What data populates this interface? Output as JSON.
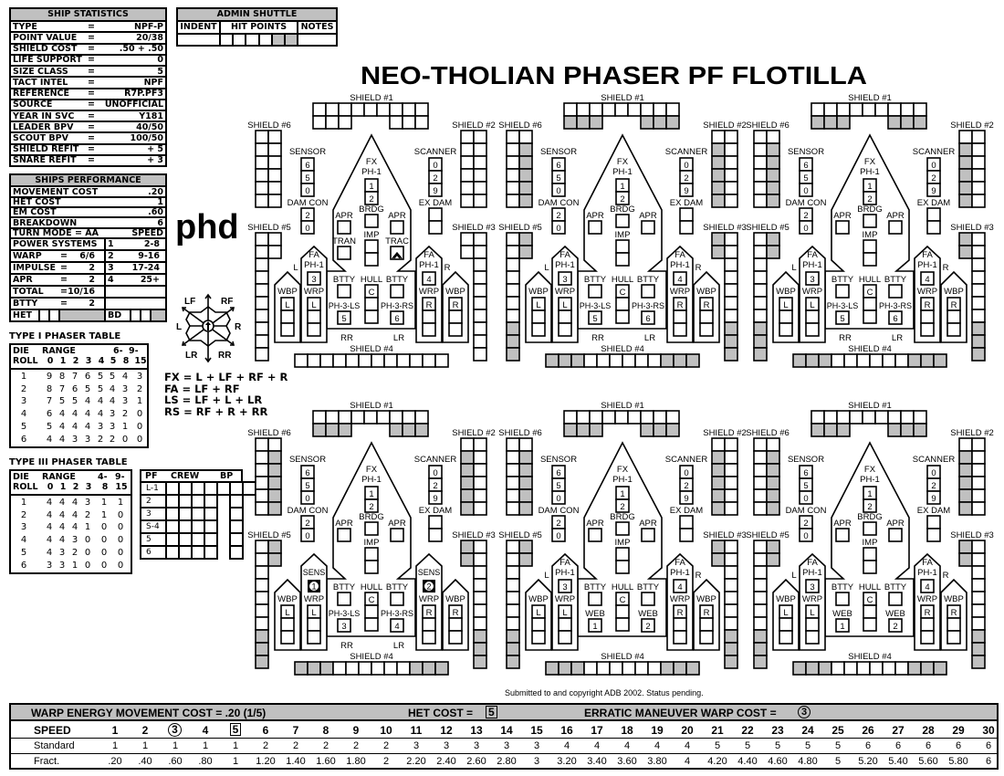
{
  "title": "NEO-THOLIAN PHASER PF FLOTILLA",
  "ship_statistics": {
    "header": "SHIP STATISTICS",
    "rows": [
      [
        "TYPE",
        "=",
        "NPF-P"
      ],
      [
        "POINT VALUE",
        "=",
        "20/38"
      ],
      [
        "SHIELD COST",
        "=",
        ".50 + .50"
      ],
      [
        "LIFE SUPPORT",
        "=",
        "0"
      ],
      [
        "SIZE CLASS",
        "=",
        "5"
      ],
      [
        "TACT INTEL",
        "=",
        "NPF"
      ],
      [
        "REFERENCE",
        "=",
        "R7P.PF3"
      ],
      [
        "SOURCE",
        "=",
        "UNOFFICIAL"
      ],
      [
        "YEAR IN SVC",
        "=",
        "Y181"
      ],
      [
        "LEADER BPV",
        "=",
        "40/50"
      ],
      [
        "SCOUT BPV",
        "=",
        "100/50"
      ],
      [
        "SHIELD REFIT",
        "=",
        "+ 5"
      ],
      [
        "SNARE REFIT",
        "=",
        "+ 3"
      ]
    ]
  },
  "admin_shuttle": {
    "header": "ADMIN SHUTTLE",
    "col_indent": "INDENT",
    "col_hit_points": "HIT POINTS",
    "col_notes": "NOTES",
    "hit_boxes": 6,
    "shaded_boxes": 2
  },
  "ships_performance": {
    "header": "SHIPS PERFORMANCE",
    "rows": [
      [
        "MOVEMENT COST",
        ".20"
      ],
      [
        "HET COST",
        "1"
      ],
      [
        "EM COST",
        ".60"
      ],
      [
        "BREAKDOWN",
        "6"
      ]
    ],
    "turn_mode": "TURN MODE = AA",
    "speed_label": "SPEED",
    "power_header": "POWER SYSTEMS",
    "power": [
      [
        "WARP",
        "=",
        "6/6"
      ],
      [
        "IMPULSE",
        "=",
        "2"
      ],
      [
        "APR",
        "=",
        "2"
      ],
      [
        "TOTAL",
        "=",
        "10/16"
      ],
      [
        "BTTY",
        "=",
        "2"
      ]
    ],
    "turn_speeds": [
      [
        "1",
        "2-8"
      ],
      [
        "2",
        "9-16"
      ],
      [
        "3",
        "17-24"
      ],
      [
        "4",
        "25+"
      ]
    ],
    "het": "HET",
    "bd": "BD"
  },
  "logo": "phd",
  "compass": {
    "lf": "LF",
    "rf": "RF",
    "l": "L",
    "r": "R",
    "lr": "LR",
    "rr": "RR"
  },
  "formulas": [
    "FX = L + LF + RF + R",
    "FA = LF + RF",
    "LS = LF + L + LR",
    "RS = RF + R + RR"
  ],
  "type1_phaser": {
    "title": "TYPE I PHASER TABLE",
    "h1": [
      "DIE",
      "RANGE",
      "6-",
      "9-"
    ],
    "h2": [
      "ROLL",
      "0",
      "1",
      "2",
      "3",
      "4",
      "5",
      "8",
      "15"
    ],
    "rows": [
      [
        "1",
        "9",
        "8",
        "7",
        "6",
        "5",
        "5",
        "4",
        "3"
      ],
      [
        "2",
        "8",
        "7",
        "6",
        "5",
        "5",
        "4",
        "3",
        "2"
      ],
      [
        "3",
        "7",
        "5",
        "5",
        "4",
        "4",
        "4",
        "3",
        "1"
      ],
      [
        "4",
        "6",
        "4",
        "4",
        "4",
        "4",
        "3",
        "2",
        "0"
      ],
      [
        "5",
        "5",
        "4",
        "4",
        "4",
        "3",
        "3",
        "1",
        "0"
      ],
      [
        "6",
        "4",
        "4",
        "3",
        "3",
        "2",
        "2",
        "0",
        "0"
      ]
    ]
  },
  "type3_phaser": {
    "title": "TYPE III PHASER TABLE",
    "h1": [
      "DIE",
      "RANGE",
      "4-",
      "9-"
    ],
    "h2": [
      "ROLL",
      "0",
      "1",
      "2",
      "3",
      "8",
      "15"
    ],
    "rows": [
      [
        "1",
        "4",
        "4",
        "4",
        "3",
        "1",
        "1"
      ],
      [
        "2",
        "4",
        "4",
        "4",
        "2",
        "1",
        "0"
      ],
      [
        "3",
        "4",
        "4",
        "4",
        "1",
        "0",
        "0"
      ],
      [
        "4",
        "4",
        "4",
        "3",
        "0",
        "0",
        "0"
      ],
      [
        "5",
        "4",
        "3",
        "2",
        "0",
        "0",
        "0"
      ],
      [
        "6",
        "3",
        "3",
        "1",
        "0",
        "0",
        "0"
      ]
    ]
  },
  "pf_crew": {
    "h_pf": "PF",
    "h_crew": "CREW",
    "h_bp": "BP",
    "rows": [
      "L-1",
      "2",
      "3",
      "S-4",
      "5",
      "6"
    ]
  },
  "ship_labels": {
    "shield1": "SHIELD #1",
    "shield2": "SHIELD #2",
    "shield3": "SHIELD #3",
    "shield4": "SHIELD #4",
    "shield5": "SHIELD #5",
    "shield6": "SHIELD #6",
    "sensor": "SENSOR",
    "sensor_values": [
      "6",
      "5",
      "0"
    ],
    "damcon": "DAM CON",
    "damcon_values": [
      "2",
      "0"
    ],
    "scanner": "SCANNER",
    "scanner_values": [
      "0",
      "2",
      "9"
    ],
    "exdam": "EX DAM",
    "fx": "FX",
    "ph1": "PH-1",
    "fx_values": [
      "1",
      "2"
    ],
    "brdg": "BRDG",
    "apr": "APR",
    "imp": "IMP",
    "tran": "TRAN",
    "trac": "TRAC",
    "btty": "BTTY",
    "hull": "HULL",
    "hull_value": "C",
    "ph3ls": "PH-3-LS",
    "ph3rs": "PH-3-RS",
    "web": "WEB",
    "rr": "RR",
    "lr": "LR",
    "fa": "FA",
    "wrp": "WRP",
    "wbp": "WBP",
    "sens": "SENS",
    "left": "L",
    "right": "R"
  },
  "ships": [
    {
      "shaded": false,
      "tran_trac": true,
      "pod": "fa",
      "pod_values": [
        "3",
        "4"
      ],
      "aft": "ph3",
      "aft_values": [
        "5",
        "6"
      ]
    },
    {
      "shaded": true,
      "tran_trac": false,
      "pod": "fa",
      "pod_values": [
        "3",
        "4"
      ],
      "aft": "ph3",
      "aft_values": [
        "5",
        "6"
      ]
    },
    {
      "shaded": true,
      "tran_trac": false,
      "pod": "fa",
      "pod_values": [
        "3",
        "4"
      ],
      "aft": "ph3",
      "aft_values": [
        "5",
        "6"
      ]
    },
    {
      "shaded": true,
      "tran_trac": false,
      "pod": "sens",
      "pod_values": [
        "1",
        "2"
      ],
      "aft": "ph3",
      "aft_values": [
        "3",
        "4"
      ]
    },
    {
      "shaded": true,
      "tran_trac": false,
      "pod": "fa",
      "pod_values": [
        "3",
        "4"
      ],
      "aft": "web",
      "aft_values": [
        "1",
        "2"
      ]
    },
    {
      "shaded": true,
      "tran_trac": false,
      "pod": "fa",
      "pod_values": [
        "3",
        "4"
      ],
      "aft": "web",
      "aft_values": [
        "1",
        "2"
      ]
    }
  ],
  "copyright": "Submitted to and copyright ADB 2002. Status pending.",
  "movement": {
    "header": "WARP ENERGY MOVEMENT COST = .20  (1/5)",
    "het_label": "HET COST =",
    "het_value": "5",
    "em_label": "ERRATIC MANEUVER WARP COST =",
    "em_value": "3",
    "speed_label": "SPEED",
    "standard_label": "Standard",
    "fract_label": "Fract.",
    "circled_speed": 3,
    "boxed_speed": 5,
    "speeds": [
      "1",
      "2",
      "3",
      "4",
      "5",
      "6",
      "7",
      "8",
      "9",
      "10",
      "11",
      "12",
      "13",
      "14",
      "15",
      "16",
      "17",
      "18",
      "19",
      "20",
      "21",
      "22",
      "23",
      "24",
      "25",
      "26",
      "27",
      "28",
      "29",
      "30"
    ],
    "standard": [
      "1",
      "1",
      "1",
      "1",
      "1",
      "2",
      "2",
      "2",
      "2",
      "2",
      "3",
      "3",
      "3",
      "3",
      "3",
      "4",
      "4",
      "4",
      "4",
      "4",
      "5",
      "5",
      "5",
      "5",
      "5",
      "6",
      "6",
      "6",
      "6",
      "6"
    ],
    "fract": [
      ".20",
      ".40",
      ".60",
      ".80",
      "1",
      "1.20",
      "1.40",
      "1.60",
      "1.80",
      "2",
      "2.20",
      "2.40",
      "2.60",
      "2.80",
      "3",
      "3.20",
      "3.40",
      "3.60",
      "3.80",
      "4",
      "4.20",
      "4.40",
      "4.60",
      "4.80",
      "5",
      "5.20",
      "5.40",
      "5.60",
      "5.80",
      "6"
    ]
  }
}
